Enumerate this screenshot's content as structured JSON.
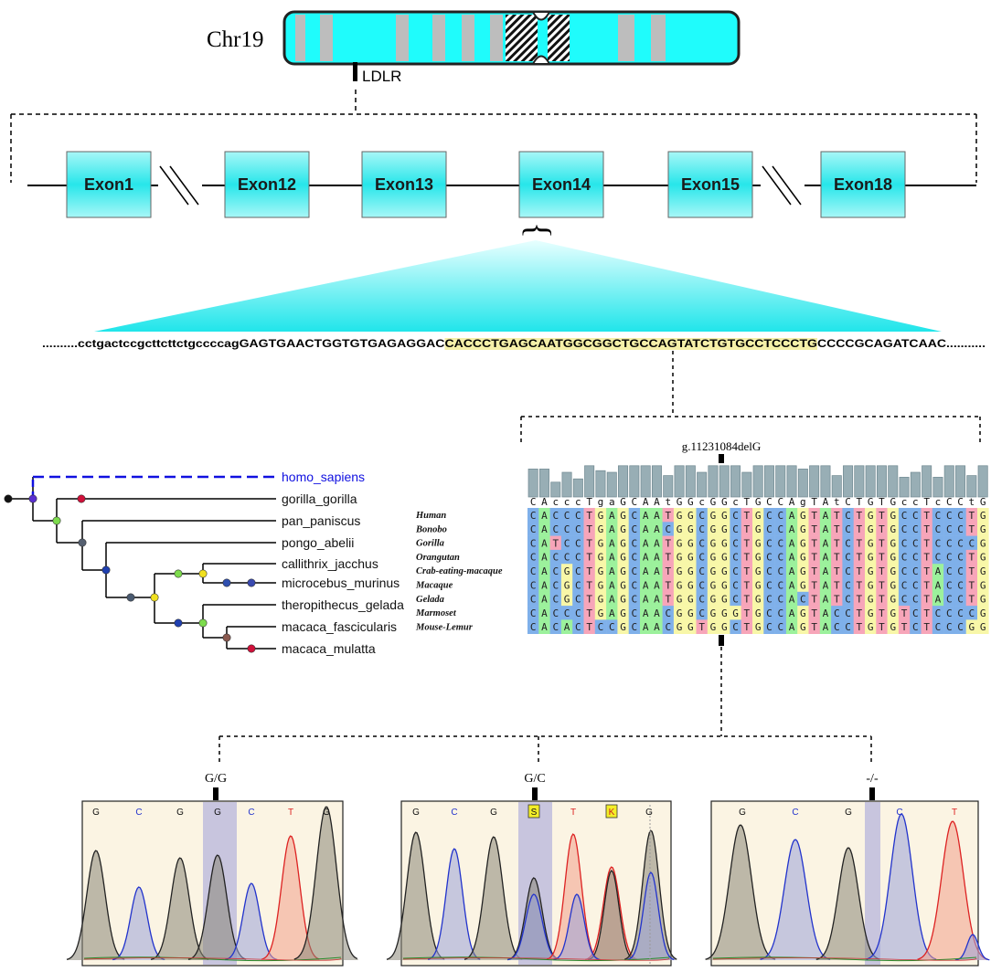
{
  "chromosome": {
    "label": "Chr19",
    "gene_label": "LDLR",
    "colors": {
      "band_fill": "#1ffcfc",
      "band_gray": "#bdbdbd",
      "outline": "#222222"
    }
  },
  "exons": [
    "Exon1",
    "Exon12",
    "Exon13",
    "Exon14",
    "Exon15",
    "Exon18"
  ],
  "sequence": {
    "prefix": "..........",
    "part1": "cctgactccgcttcttctgccccag",
    "part2": "GAGTGAACTGGTGTGAGAGGAC",
    "highlight": "CACCCTGAGCAATGGCGGCTGCCAGTATCTGTGCCTCCCTG",
    "part3": "CCCCGCAGATCAAC",
    "suffix": "...........",
    "highlight_color": "#f5f0a8"
  },
  "tree": {
    "leaves": [
      "homo_sapiens",
      "gorilla_gorilla",
      "pan_paniscus",
      "pongo_abelii",
      "callithrix_jacchus",
      "microcebus_murinus",
      "theropithecus_gelada",
      "macaca_fascicularis",
      "macaca_mulatta"
    ],
    "highlight_color": "#1010e0"
  },
  "alignment": {
    "mutation_label": "g.11231084delG",
    "consensus": "CAcccTgaGCAAtGGcGGcTGCCAgTAtCTGTGccTcCCtG",
    "species": [
      "Human",
      "Bonobo",
      "Gorilla",
      "Orangutan",
      "Crab-eating-macaque",
      "Macaque",
      "Gelada",
      "Marmoset",
      "Mouse-Lemur"
    ],
    "rows": [
      "CACCCTGAGCAATGGCGGCTGCCAGTATCTGTGCCTCCCTG",
      "CACCCTGAGCAACGGCGGCTGCCAGTATCTGTGCCTCCCTG",
      "CATCCTGAGCAATGGCGGCTGCCAGTATCTGTGCCTCCCCG",
      "CACCCTGAGCAATGGCGGCTGCCAGTATCTGTGCCTCCCTG",
      "CACGCTGAGCAATGGCGGCTGCCAGTATCTGTGCCTACCTG",
      "CACGCTGAGCAATGGCGGCTGCCAGTATCTGTGCCTACCTG",
      "CACGCTGAGCAATGGCGGCTGCCACTATCTGTGCCTACCTG",
      "CACCCTGAGCAACGGCGGGTGCCAGTACCTGTGTCTCCCCG",
      "CACACTCCGCAACGGTGGCTGCCAGTACCTGTGTCTCCCGG"
    ],
    "conservation": [
      0.85,
      0.85,
      0.45,
      0.75,
      0.55,
      0.95,
      0.8,
      0.75,
      0.95,
      0.95,
      0.95,
      0.95,
      0.65,
      0.95,
      0.95,
      0.75,
      0.95,
      0.95,
      0.95,
      0.75,
      0.95,
      0.95,
      0.95,
      0.95,
      0.85,
      0.95,
      0.95,
      0.65,
      0.95,
      0.95,
      0.95,
      0.95,
      0.95,
      0.6,
      0.75,
      0.95,
      0.6,
      0.95,
      0.95,
      0.65,
      0.95
    ],
    "base_colors": {
      "A": "#9cf19c",
      "C": "#7fb0ea",
      "G": "#f8f7a8",
      "T": "#f7a5b9"
    }
  },
  "chromatograms": [
    {
      "genotype": "G/G",
      "bases": [
        "G",
        "C",
        "G",
        "G",
        "C",
        "T",
        "G"
      ],
      "boxed": [],
      "highlight_index": 3
    },
    {
      "genotype": "G/C",
      "bases": [
        "G",
        "C",
        "G",
        "S",
        "T",
        "K",
        "G"
      ],
      "boxed": [
        3,
        5
      ],
      "highlight_index": 3
    },
    {
      "genotype": "-/-",
      "bases": [
        "G",
        "C",
        "G",
        "C",
        "T"
      ],
      "boxed": [],
      "highlight_index": 3
    }
  ]
}
